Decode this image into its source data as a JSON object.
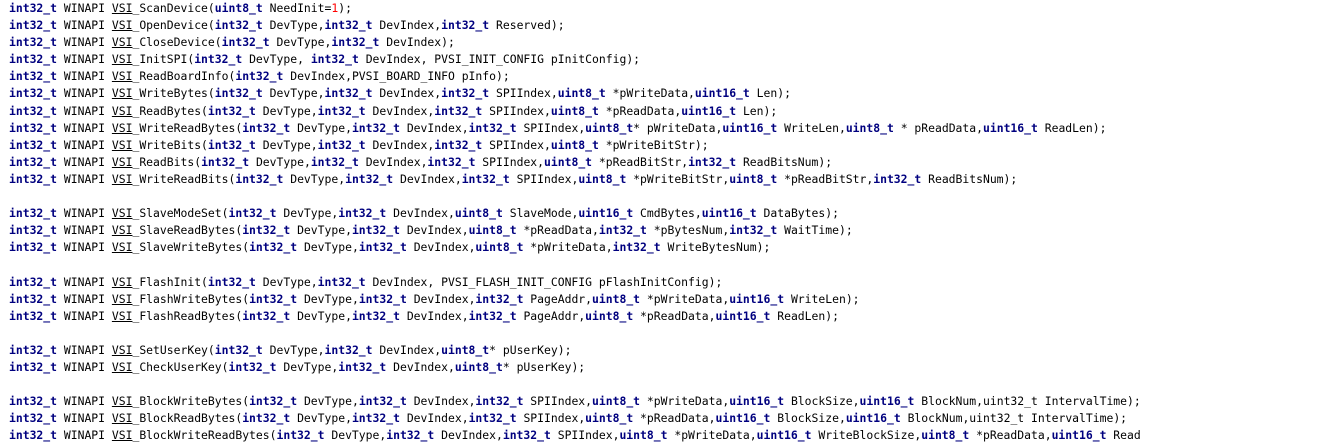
{
  "editor": {
    "colors": {
      "background": "#ffffff",
      "keyword": "#00007f",
      "number": "#ff0000",
      "text": "#000000"
    },
    "keywords": [
      "int32_t",
      "uint8_t",
      "uint16_t"
    ],
    "reference_word": "VSI",
    "lines": [
      "int32_t WINAPI VSI_ScanDevice(uint8_t NeedInit=1);",
      "int32_t WINAPI VSI_OpenDevice(int32_t DevType,int32_t DevIndex,int32_t Reserved);",
      "int32_t WINAPI VSI_CloseDevice(int32_t DevType,int32_t DevIndex);",
      "int32_t WINAPI VSI_InitSPI(int32_t DevType, int32_t DevIndex, PVSI_INIT_CONFIG pInitConfig);",
      "int32_t WINAPI VSI_ReadBoardInfo(int32_t DevIndex,PVSI_BOARD_INFO pInfo);",
      "int32_t WINAPI VSI_WriteBytes(int32_t DevType,int32_t DevIndex,int32_t SPIIndex,uint8_t *pWriteData,uint16_t Len);",
      "int32_t WINAPI VSI_ReadBytes(int32_t DevType,int32_t DevIndex,int32_t SPIIndex,uint8_t *pReadData,uint16_t Len);",
      "int32_t WINAPI VSI_WriteReadBytes(int32_t DevType,int32_t DevIndex,int32_t SPIIndex,uint8_t* pWriteData,uint16_t WriteLen,uint8_t * pReadData,uint16_t ReadLen);",
      "int32_t WINAPI VSI_WriteBits(int32_t DevType,int32_t DevIndex,int32_t SPIIndex,uint8_t *pWriteBitStr);",
      "int32_t WINAPI VSI_ReadBits(int32_t DevType,int32_t DevIndex,int32_t SPIIndex,uint8_t *pReadBitStr,int32_t ReadBitsNum);",
      "int32_t WINAPI VSI_WriteReadBits(int32_t DevType,int32_t DevIndex,int32_t SPIIndex,uint8_t *pWriteBitStr,uint8_t *pReadBitStr,int32_t ReadBitsNum);",
      "",
      "int32_t WINAPI VSI_SlaveModeSet(int32_t DevType,int32_t DevIndex,uint8_t SlaveMode,uint16_t CmdBytes,uint16_t DataBytes);",
      "int32_t WINAPI VSI_SlaveReadBytes(int32_t DevType,int32_t DevIndex,uint8_t *pReadData,int32_t *pBytesNum,int32_t WaitTime);",
      "int32_t WINAPI VSI_SlaveWriteBytes(int32_t DevType,int32_t DevIndex,uint8_t *pWriteData,int32_t WriteBytesNum);",
      "",
      "int32_t WINAPI VSI_FlashInit(int32_t DevType,int32_t DevIndex, PVSI_FLASH_INIT_CONFIG pFlashInitConfig);",
      "int32_t WINAPI VSI_FlashWriteBytes(int32_t DevType,int32_t DevIndex,int32_t PageAddr,uint8_t *pWriteData,uint16_t WriteLen);",
      "int32_t WINAPI VSI_FlashReadBytes(int32_t DevType,int32_t DevIndex,int32_t PageAddr,uint8_t *pReadData,uint16_t ReadLen);",
      "",
      "int32_t WINAPI VSI_SetUserKey(int32_t DevType,int32_t DevIndex,uint8_t* pUserKey);",
      "int32_t WINAPI VSI_CheckUserKey(int32_t DevType,int32_t DevIndex,uint8_t* pUserKey);",
      "",
      "int32_t WINAPI VSI_BlockWriteBytes(int32_t DevType,int32_t DevIndex,int32_t SPIIndex,uint8_t *pWriteData,uint16_t BlockSize,uint16_t BlockNum,uint32_t IntervalTime);",
      "int32_t WINAPI VSI_BlockReadBytes(int32_t DevType,int32_t DevIndex,int32_t SPIIndex,uint8_t *pReadData,uint16_t BlockSize,uint16_t BlockNum,uint32_t IntervalTime);",
      "int32_t WINAPI VSI_BlockWriteReadBytes(int32_t DevType,int32_t DevIndex,int32_t SPIIndex,uint8_t *pWriteData,uint16_t WriteBlockSize,uint8_t *pReadData,uint16_t Read"
    ]
  }
}
